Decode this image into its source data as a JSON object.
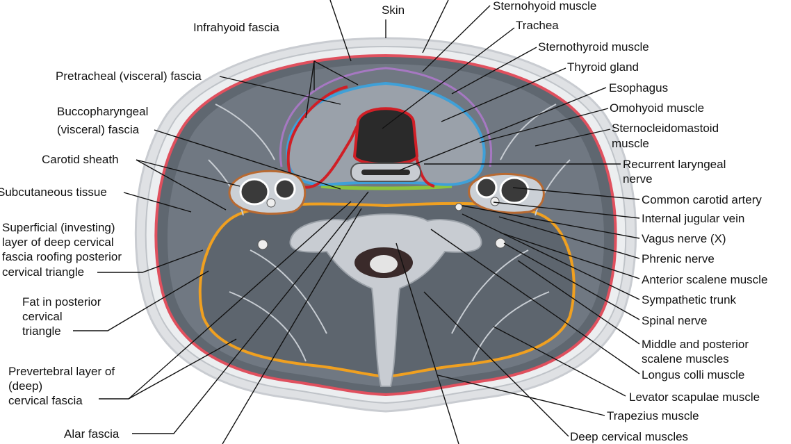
{
  "labels": {
    "skin": "Skin",
    "sternohyoid": "Sternohyoid muscle",
    "trachea": "Trachea",
    "infrahyoid": "Infrahyoid fascia",
    "sternothyroid": "Sternothyroid muscle",
    "thyroid": "Thyroid gland",
    "pretracheal": "Pretracheal (visceral) fascia",
    "esophagus": "Esophagus",
    "omohyoid": "Omohyoid muscle",
    "bucco1": "Buccopharyngeal",
    "bucco2": "(visceral) fascia",
    "scm1": "Sternocleidomastoid",
    "scm2": "muscle",
    "carotid_sheath": "Carotid sheath",
    "recurrent1": "Recurrent laryngeal",
    "recurrent2": "nerve",
    "subcutaneous": "Subcutaneous tissue",
    "common_carotid": "Common carotid artery",
    "superficial1": "Superficial (investing)",
    "superficial2": "layer of deep cervical",
    "superficial3": "fascia roofing posterior",
    "superficial4": "cervical triangle",
    "ijv": "Internal jugular vein",
    "vagus": "Vagus nerve (X)",
    "phrenic": "Phrenic nerve",
    "fat1": "Fat in posterior",
    "fat2": "cervical",
    "fat3": "triangle",
    "anterior_scalene": "Anterior scalene muscle",
    "sympathetic": "Sympathetic trunk",
    "spinal": "Spinal nerve",
    "middle1": "Middle and posterior",
    "middle2": "scalene muscles",
    "prevertebral1": "Prevertebral layer of",
    "prevertebral2": "(deep)",
    "prevertebral3": "cervical fascia",
    "longus": "Longus colli muscle",
    "levator": "Levator scapulae muscle",
    "alar": "Alar fascia",
    "trapezius": "Trapezius muscle",
    "deep": "Deep cervical muscles"
  },
  "colors": {
    "skin_outline": "#c9ccd1",
    "investing_fascia": "#e0505e",
    "pretracheal_fascia": "#d01f26",
    "buccopharyngeal_fascia": "#3fa0d8",
    "prevertebral_fascia": "#f0a020",
    "alar_fascia": "#8cc43c",
    "carotid_sheath": "#b86a32",
    "infrahyoid_fascia": "#a678c2",
    "muscle": "#6b737d",
    "thyroid": "#9aa1aa",
    "background": "#ffffff"
  }
}
